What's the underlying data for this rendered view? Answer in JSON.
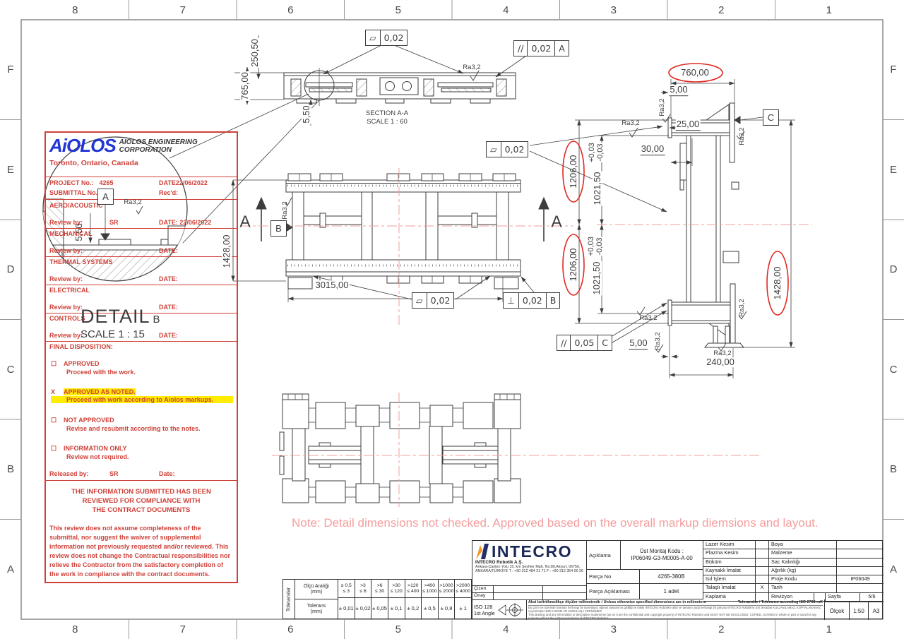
{
  "zones": {
    "cols": [
      "8",
      "7",
      "6",
      "5",
      "4",
      "3",
      "2",
      "1"
    ],
    "rows": [
      "F",
      "E",
      "D",
      "C",
      "B",
      "A"
    ]
  },
  "note": "Note: Detail dimensions not checked. Approved based on the overall markup diemsions and layout.",
  "views": {
    "section_title": "SECTION A-A",
    "section_scale": "SCALE 1 : 60",
    "detail_title": "DETAIL",
    "detail_letter": "B",
    "detail_scale": "SCALE 1 : 15",
    "cut_letter": "A"
  },
  "dims": {
    "d250_50": "250,50",
    "d765": "765,00",
    "d5_50": "5,50",
    "d1428_plan": "1428,00",
    "d3015": "3015,00",
    "d760": "760,00",
    "d5_top": "5,00",
    "d25": "25,00",
    "d30": "30,00",
    "d1206": "1206,00",
    "d1021": "1021,50",
    "tol_plus": "+0,03",
    "tol_minus": "-0,03",
    "d5_bottom": "5,00",
    "d240": "240,00",
    "d1428_side": "1428,00",
    "ra": "Ra3,2"
  },
  "gdt": {
    "sym_flat": "▱",
    "sym_par": "//",
    "sym_perp": "⊥",
    "flat_tol": "0,02",
    "par_top_tol": "0,02",
    "par_side_tol": "0,05",
    "perp_tol": "0,02",
    "datum_a": "A",
    "datum_b": "B",
    "datum_c": "C"
  },
  "stamp": {
    "logo_word": "AiOLOS",
    "company1": "AIOLOS ENGINEERING",
    "company2": "CORPORATION",
    "location": "Toronto, Ontario, Canada",
    "project_label": "PROJECT No.:",
    "project_no": "4265",
    "date_label": "DATE",
    "date_value": "22/06/2022",
    "submittal_label": "SUBMITTAL No.:",
    "recd_label": "Rec'd:",
    "review_label": "Review by:",
    "sections": [
      {
        "name": "AERO/ACOUSTIC",
        "reviewer": "SR",
        "date": "DATE: 22/06/2022"
      },
      {
        "name": "MECHANICAL",
        "reviewer": "",
        "date": "DATE:"
      },
      {
        "name": "THERMAL SYSTEMS",
        "reviewer": "",
        "date": "DATE:"
      },
      {
        "name": "ELECTRICAL",
        "reviewer": "",
        "date": "DATE:"
      },
      {
        "name": "CONTROLS",
        "reviewer": "",
        "date": "DATE:"
      }
    ],
    "final_label": "FINAL DISPOSITION:",
    "options": [
      {
        "mark": "☐",
        "title": "APPROVED",
        "desc": "Proceed with the work.",
        "highlight": false
      },
      {
        "mark": "X",
        "title": "APPROVED AS NOTED.",
        "desc": "Proceed with work according to Aiolos markups.",
        "highlight": true
      },
      {
        "mark": "☐",
        "title": "NOT APPROVED",
        "desc": "Revise and resubmit according to the notes.",
        "highlight": false
      },
      {
        "mark": "☐",
        "title": "INFORMATION ONLY",
        "desc": "Review not required.",
        "highlight": false
      }
    ],
    "released_label": "Released by:",
    "released_by": "SR",
    "released_date_label": "Date:",
    "compliance1": "THE INFORMATION SUBMITTED HAS BEEN",
    "compliance2": "REVIEWED FOR COMPLIANCE WITH",
    "compliance3": "THE CONTRACT DOCUMENTS",
    "disclaimer": "This review does not assume completeness of the submittal, nor suggest the waiver of supplemental information not previously requested and/or reviewed.  This review does not change the Contractual responsibilities nor relieve the Contractor from the satisfactory completion of the work in compliance with the contract documents."
  },
  "titleblock": {
    "logo": "INTECRO",
    "company": "INTECRO Robotik A.Ş.",
    "address1": "Ankara-Çankırı Yolu 10. km Şeyhler Mah. No:80,Akyurt, 06750,",
    "address2": "ANKARA/TÜRKİYE T : +90 312 484 21 71 F : +90 312 354 00 26",
    "cizen": "Çizen",
    "onay": "Onay",
    "iso": "ISO 128",
    "angle": "1st Angle",
    "aciklama_label": "Açıklama",
    "aciklama_line1": "Üst Montaj Kodu :",
    "aciklama_line2": "IP06049-G3-M0005-A-00",
    "parca_no_label": "Parça No",
    "parca_no_value": "4265-380B",
    "parca_ack_label": "Parça Açıklaması",
    "parca_ack_value": "1 adet",
    "rows": [
      {
        "l1": "Lazer Kesim",
        "v1": "",
        "l2": "Boya",
        "v2": ""
      },
      {
        "l1": "Plazma Kesim",
        "v1": "",
        "l2": "Malzeme",
        "v2": ""
      },
      {
        "l1": "Büküm",
        "v1": "",
        "l2": "Sac Kalınlığı",
        "v2": ""
      },
      {
        "l1": "Kaynaklı İmalat",
        "v1": "",
        "l2": "Ağırlık (kg)",
        "v2": ""
      },
      {
        "l1": "Isıl İşlem",
        "v1": "",
        "l2": "Proje Kodu",
        "v2": "IP06049"
      },
      {
        "l1": "Talaşlı İmalat",
        "v1": "X",
        "l2": "Tarih",
        "v2": ""
      }
    ],
    "kaplama": "Kaplama",
    "revizyon": "Revizyon",
    "sayfa_label": "Sayfa",
    "sayfa_value": "5/6",
    "olcek_label": "Ölçek",
    "olcek_value": "1:50",
    "sheet_size": "A3",
    "fine_top_left": "Aksi belirtilmedikçe ölçüler milimetredir / Unless otherwise specified dimensions are in milimeters",
    "fine_top_right": "Toleranslar / Tolerance according ISO 2768-mK",
    "fine_small1": "Bu çizim ve üzerinde bulunan herhangi bir tanımlayıcı öğenin tamamının gizliliği ve hakkı INTECRO Robotik'e aittir ve tamamı yada herhangi bir parçası INTECRO Robotik'in izni olmadan KULLANILAMAZ, KOPYALANAMAZ veya BAŞKA BİR KURUM VE KURULUŞA VERİLEMEZ.",
    "fine_small2": "This drawing and any information or descriptive material set out on it are the confidential and copyright property of INTECRO Robotics and MUST NOT BE DISCLOSED, COPIED, LOANED in whole or part or used for any purpose without the written permission of INTECRO Robotics."
  },
  "tolerances": {
    "side_label": "Toleranslar",
    "range_label": "Ölçü Aralığı",
    "range_unit": "(mm)",
    "tol_label": "Tolerans",
    "tol_unit": "(mm)",
    "cols": [
      {
        "top": "≥ 0.5",
        "bot": "≤ 3",
        "val": "± 0,01"
      },
      {
        "top": ">3",
        "bot": "≤ 6",
        "val": "± 0,02"
      },
      {
        "top": ">6",
        "bot": "≤ 30",
        "val": "± 0,05"
      },
      {
        "top": ">30",
        "bot": "≤ 120",
        "val": "± 0,1"
      },
      {
        "top": ">120",
        "bot": "≤ 400",
        "val": "± 0,2"
      },
      {
        "top": ">400",
        "bot": "≤ 1000",
        "val": "± 0,5"
      },
      {
        "top": ">1000",
        "bot": "≤ 2000",
        "val": "± 0,8"
      },
      {
        "top": ">2000",
        "bot": "≤ 4000",
        "val": "± 1"
      }
    ]
  }
}
